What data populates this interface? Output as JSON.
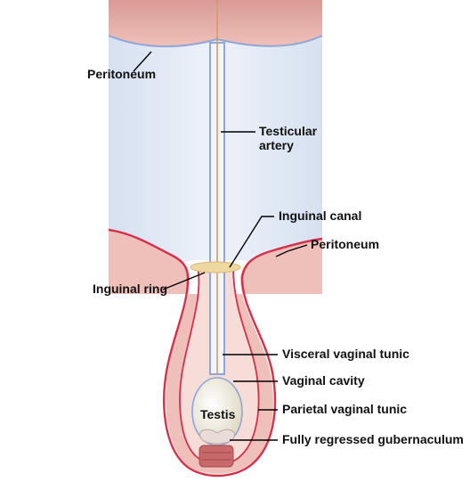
{
  "labels": {
    "peritoneum_top": "Peritoneum",
    "testicular_artery_line1": "Testicular",
    "testicular_artery_line2": "artery",
    "inguinal_canal": "Inguinal canal",
    "peritoneum_mid": "Peritoneum",
    "inguinal_ring": "Inguinal ring",
    "visceral_vaginal_tunic": "Visceral vaginal tunic",
    "vaginal_cavity": "Vaginal cavity",
    "parietal_vaginal_tunic": "Parietal vaginal tunic",
    "testis": "Testis",
    "fully_regressed_gubernaculum": "Fully regressed gubernaculum"
  },
  "colors": {
    "abdominal_cavity": "#dde6f3",
    "peritoneal_wall": "#e8b3ac",
    "peritoneum_line_red": "#d4304a",
    "tunic_blue": "#8fa6d8",
    "testis": "#f1ecd9",
    "gubernaculum": "#c9686a",
    "inguinal_ring": "#efd7a0"
  }
}
